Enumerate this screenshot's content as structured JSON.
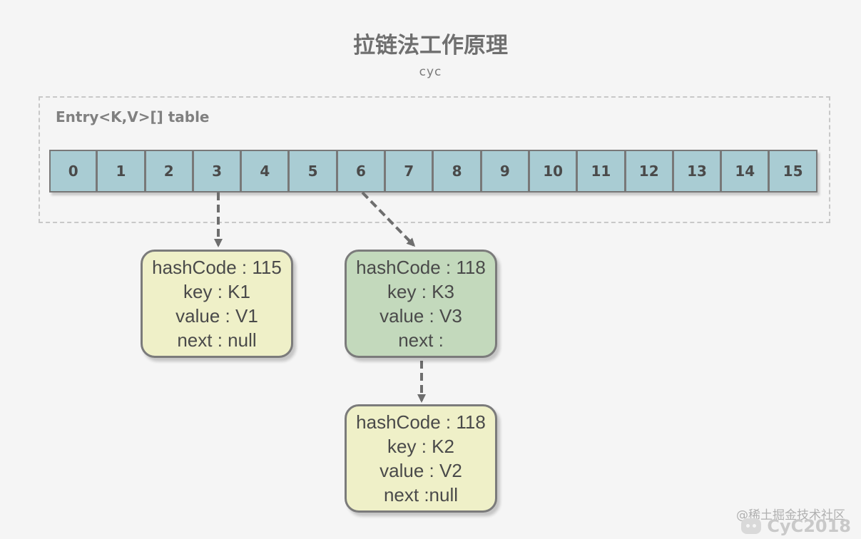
{
  "header": {
    "title": "拉链法工作原理",
    "author": "cyc"
  },
  "table": {
    "label": "Entry<K,V>[] table",
    "cells": [
      "0",
      "1",
      "2",
      "3",
      "4",
      "5",
      "6",
      "7",
      "8",
      "9",
      "10",
      "11",
      "12",
      "13",
      "14",
      "15"
    ]
  },
  "nodes": [
    {
      "id": "bucket3-entry",
      "color": "#eff0c8",
      "lines": [
        "hashCode : 115",
        "key : K1",
        "value : V1",
        "next : null"
      ]
    },
    {
      "id": "bucket6-entry",
      "color": "#c3d9bc",
      "lines": [
        "hashCode : 118",
        "key : K3",
        "value : V3",
        "next :"
      ]
    },
    {
      "id": "bucket6-next-entry",
      "color": "#eff0c8",
      "lines": [
        "hashCode : 118",
        "key : K2",
        "value : V2",
        "next :null"
      ]
    }
  ],
  "watermark": {
    "site": "@稀土掘金技术社区",
    "handle": "CyC2018"
  }
}
